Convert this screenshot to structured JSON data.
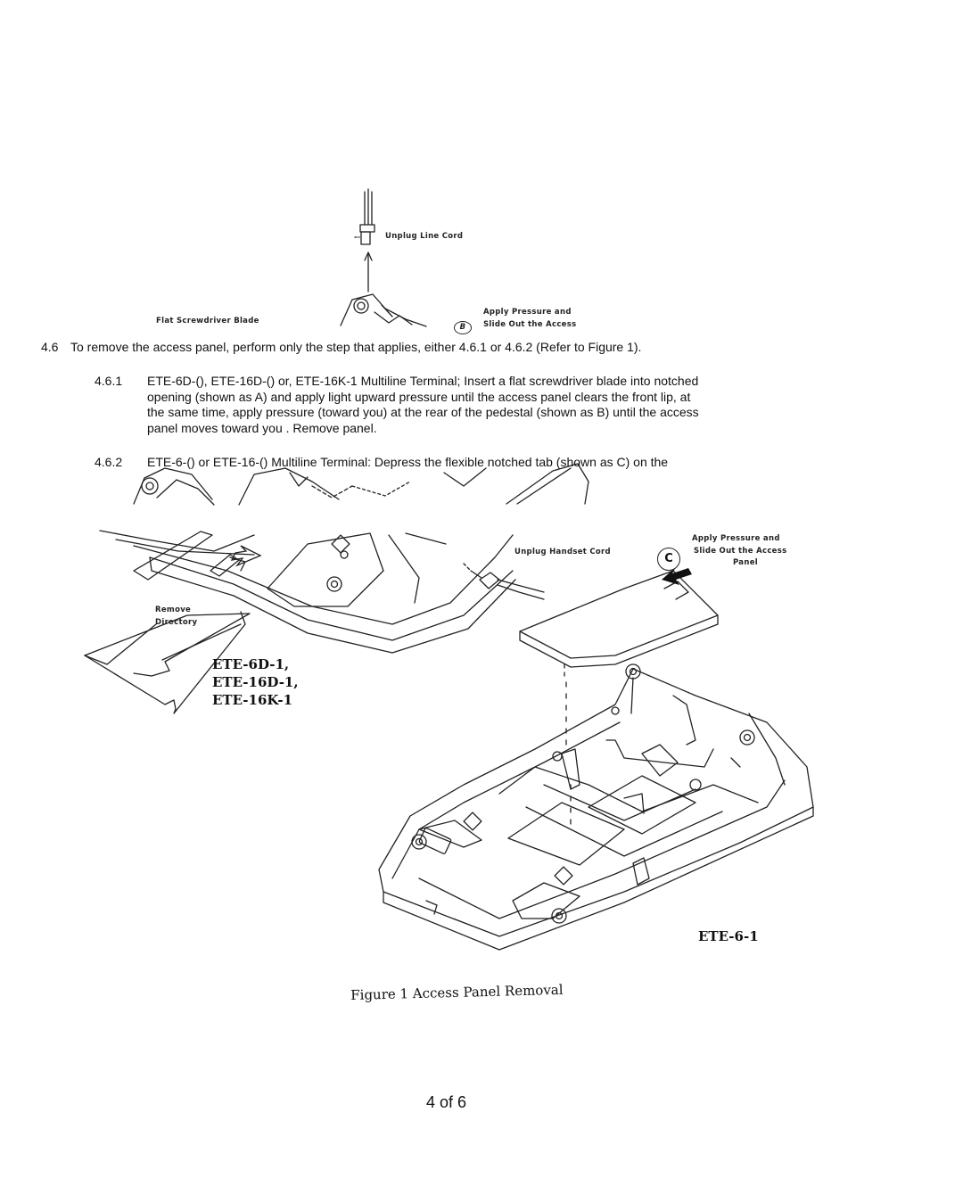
{
  "top_figure": {
    "unplug_line_cord": "Unplug Line Cord",
    "flat_screwdriver_blade": "Flat Screwdriver Blade",
    "marker_b": "B",
    "apply_pressure_and": "Apply Pressure and",
    "slide_out_access": "Slide Out the Access"
  },
  "step_4_6": {
    "number": "4.6",
    "text": "To remove the access panel, perform only the step that applies, either 4.6.1 or 4.6.2 (Refer to Figure 1)."
  },
  "step_4_6_1": {
    "number": "4.6.1",
    "lines": [
      "ETE-6D-(), ETE-16D-() or, ETE-16K-1 Multiline Terminal; Insert a flat screwdriver blade into notched",
      "opening (shown as A) and apply light upward pressure until the access panel clears the front lip, at",
      "the same time, apply pressure (toward you) at the rear of the pedestal (shown as B) until the access",
      "panel moves toward you . Remove panel."
    ]
  },
  "step_4_6_2": {
    "number": "4.6.2",
    "text": "ETE-6-() or ETE-16-() Multiline Terminal: Depress the flexible notched tab (shown as C) on the"
  },
  "bottom_figure": {
    "unplug_handset_cord": "Unplug Handset Cord",
    "marker_c": "C",
    "apply_pressure_and": "Apply Pressure and",
    "slide_out_access": "Slide Out the Access",
    "panel": "Panel",
    "remove": "Remove",
    "directory": "Directory",
    "models_left": [
      "ETE-6D-1,",
      "ETE-16D-1,",
      "ETE-16K-1"
    ],
    "model_right": "ETE-6-1"
  },
  "caption": "Figure 1 Access Panel Removal",
  "page_number": "4 of 6"
}
